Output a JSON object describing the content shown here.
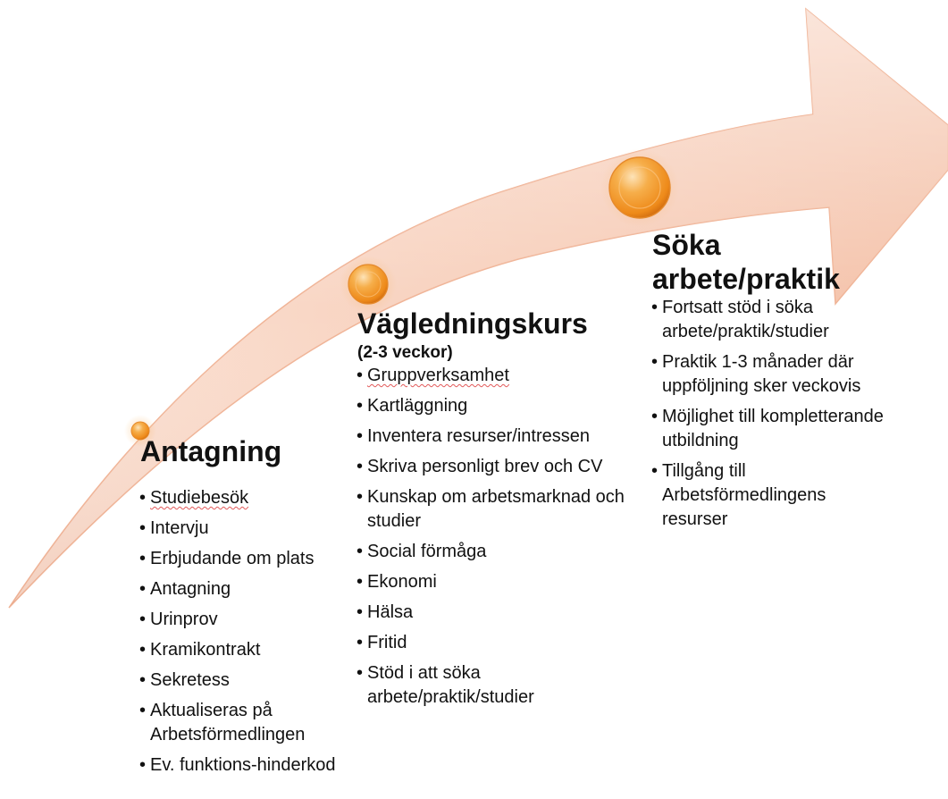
{
  "stages": [
    {
      "title": "Antagning",
      "subtitle": "",
      "items": [
        "Studiebesök",
        "Intervju",
        "Erbjudande om plats",
        "Antagning",
        "Urinprov",
        "Kramikontrakt",
        "Sekretess",
        "Aktualiseras på Arbetsförmedlingen",
        "Ev. funktions-hinderkod"
      ]
    },
    {
      "title": "Vägledningskurs",
      "subtitle": "(2-3 veckor)",
      "items": [
        "Gruppverksamhet",
        "Kartläggning",
        "Inventera resurser/intressen",
        "Skriva personligt brev och CV",
        "Kunskap om arbetsmarknad och studier",
        "Social förmåga",
        "Ekonomi",
        "Hälsa",
        "Fritid",
        "Stöd i att söka arbete/praktik/studier"
      ]
    },
    {
      "title": "Söka\narbete/praktik",
      "subtitle": "",
      "items": [
        "Fortsatt stöd i söka arbete/praktik/studier",
        "Praktik 1-3 månader där uppföljning sker veckovis",
        "Möjlighet till kompletterande utbildning",
        "Tillgång till Arbetsförmedlingens resurser"
      ]
    }
  ],
  "colors": {
    "arrow_fill": "#f9d4c2",
    "arrow_edge": "#f0b497",
    "marker_orange": "#f39a2a",
    "marker_highlight": "#fde3b8",
    "spellcheck_underline": "#e25a5a"
  }
}
